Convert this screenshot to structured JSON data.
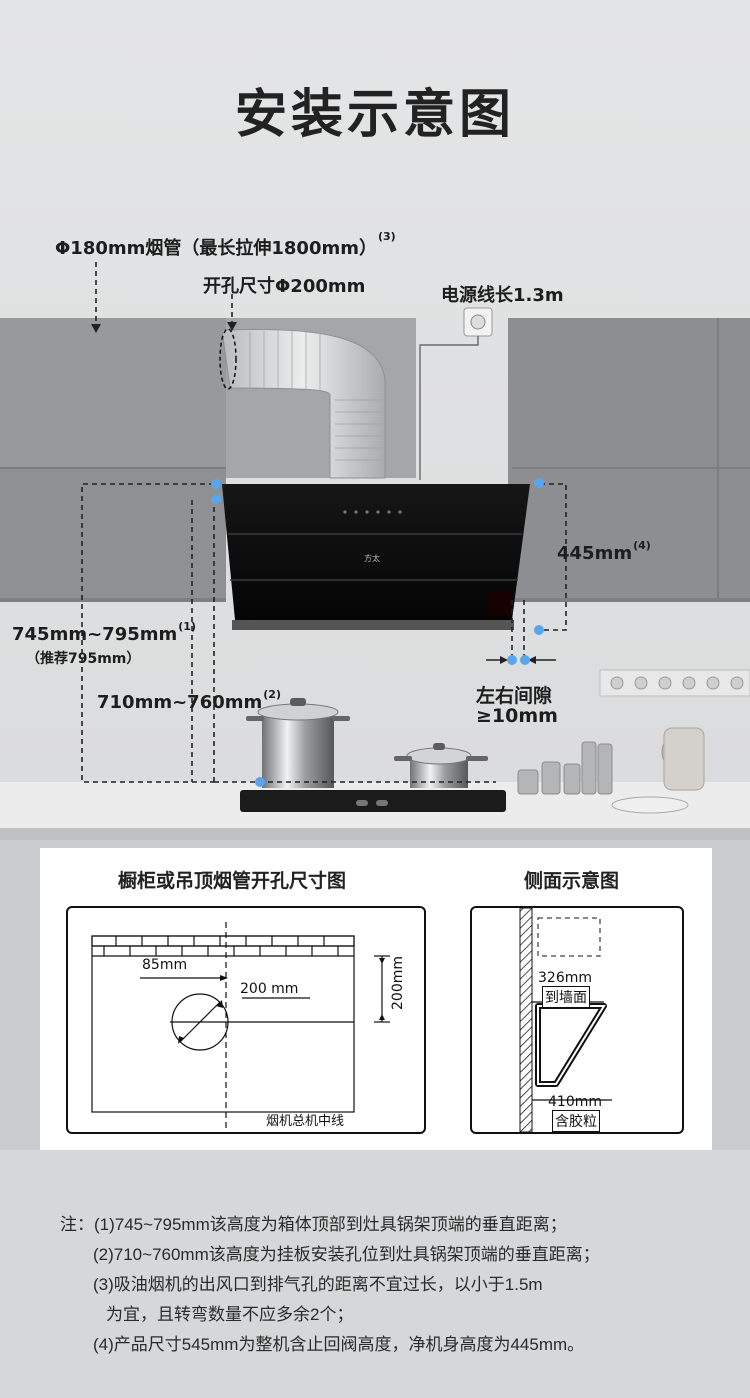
{
  "title": "安装示意图",
  "labels": {
    "pipe": "Φ180mm烟管（最长拉伸1800mm）",
    "pipe_note": "(3)",
    "hole": "开孔尺寸Φ200mm",
    "power": "电源线长1.3m",
    "height_445": "445mm",
    "height_445_note": "(4)",
    "range_745": "745mm~795mm",
    "range_745_note": "(1)",
    "recommend": "（推荐795mm）",
    "range_710": "710mm~760mm",
    "range_710_note": "(2)",
    "gap_title": "左右间隙",
    "gap_value": "≥10mm",
    "hood_brand": "方太"
  },
  "panel": {
    "left_title": "橱柜或吊顶烟管开孔尺寸图",
    "right_title": "侧面示意图",
    "left_dim_85": "85mm",
    "left_dim_200": "200 mm",
    "left_dim_200v": "200mm",
    "left_centerline": "烟机总机中线",
    "right_dim_326": "326mm",
    "right_to_wall": "到墙面",
    "right_dim_410": "410mm",
    "right_with_pad": "含胶粒"
  },
  "notes": {
    "n1": "注：(1)745~795mm该高度为箱体顶部到灶具锅架顶端的垂直距离；",
    "n2": "(2)710~760mm该高度为挂板安装孔位到灶具锅架顶端的垂直距离；",
    "n3a": "(3)吸油烟机的出风口到排气孔的距离不宜过长，以小于1.5m",
    "n3b": "为宜，且转弯数量不应多余2个；",
    "n4": "(4)产品尺寸545mm为整机含止回阀高度，净机身高度为445mm。"
  },
  "colors": {
    "marker": "#5aa6ee",
    "hood": "#0c0c0c",
    "cabinet": "#8d8f92"
  }
}
